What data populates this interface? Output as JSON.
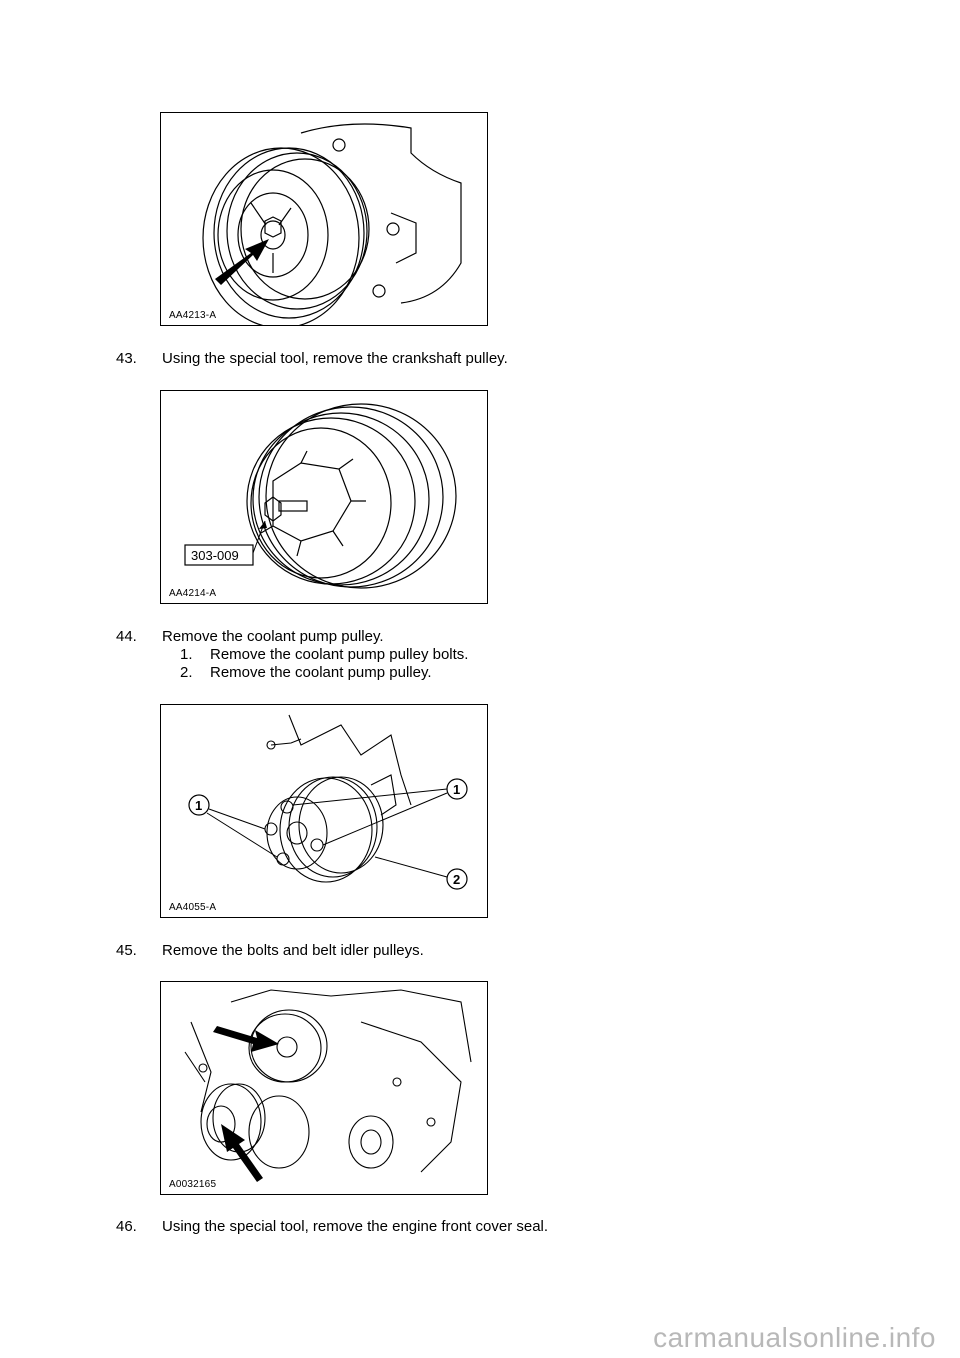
{
  "figures": [
    {
      "code": "AA4213-A"
    },
    {
      "code": "AA4214-A",
      "tool_label": "303-009"
    },
    {
      "code": "AA4055-A",
      "callouts": [
        "1",
        "1",
        "2"
      ]
    },
    {
      "code": "A0032165"
    }
  ],
  "steps": [
    {
      "num": "43.",
      "text": "Using the special tool, remove the crankshaft pulley."
    },
    {
      "num": "44.",
      "text": "Remove the coolant pump pulley.",
      "substeps": [
        {
          "num": "1.",
          "text": "Remove the coolant pump pulley bolts."
        },
        {
          "num": "2.",
          "text": "Remove the coolant pump pulley."
        }
      ]
    },
    {
      "num": "45.",
      "text": "Remove the bolts and belt idler pulleys."
    },
    {
      "num": "46.",
      "text": "Using the special tool, remove the engine front cover seal."
    }
  ],
  "watermark": "carmanualsonline.info"
}
